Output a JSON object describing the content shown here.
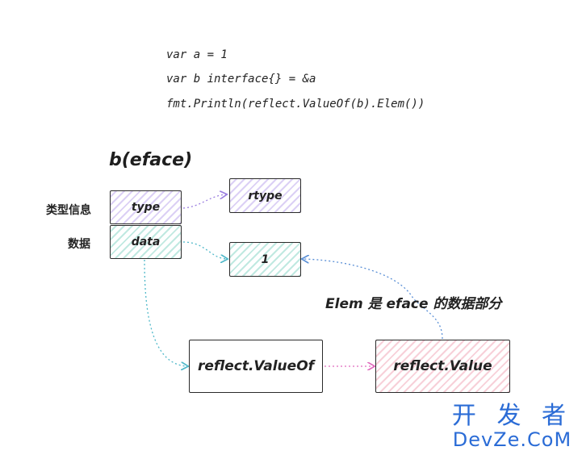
{
  "code": {
    "lines": [
      "var a = 1",
      "var b interface{} = &a",
      "fmt.Println(reflect.ValueOf(b).Elem())"
    ]
  },
  "diagram": {
    "title": "b(eface)",
    "labels": {
      "type_info": "类型信息",
      "data_label": "数据"
    },
    "eface_fields": {
      "type": "type",
      "data": "data"
    },
    "targets": {
      "rtype": "rtype",
      "value_one": "1"
    },
    "functions": {
      "value_of": "reflect.ValueOf",
      "value": "reflect.Value"
    },
    "annotation": "Elem 是 eface 的数据部分",
    "colors": {
      "type_fill": "#b097e9",
      "data_fill": "#74cebc",
      "value_fill": "#ee96aa",
      "arrow_purple": "#9b7fe0",
      "arrow_teal": "#4fb8c9",
      "arrow_pink": "#e06bbd",
      "arrow_blue": "#5a8fd6"
    }
  },
  "watermark": {
    "chinese": "开 发 者",
    "english": "DevZe.CoM"
  }
}
